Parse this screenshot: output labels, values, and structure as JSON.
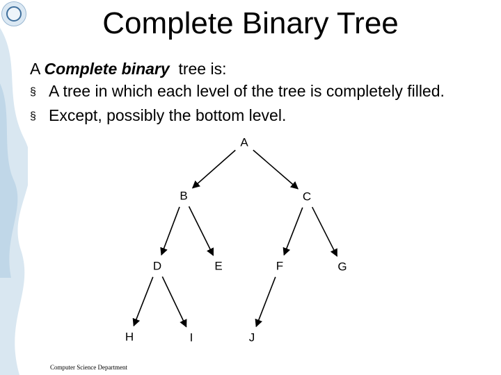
{
  "slide": {
    "title": "Complete Binary Tree",
    "intro_prefix": "A ",
    "intro_emphasis": "Complete binary",
    "intro_suffix": "  tree is:",
    "bullets": [
      "A tree in which each level of the tree is completely filled.",
      "Except, possibly the bottom level."
    ],
    "bullet_glyph": "§",
    "footer": "Computer Science Department"
  },
  "tree": {
    "nodes": [
      {
        "id": "A",
        "label": "A"
      },
      {
        "id": "B",
        "label": "B"
      },
      {
        "id": "C",
        "label": "C"
      },
      {
        "id": "D",
        "label": "D"
      },
      {
        "id": "E",
        "label": "E"
      },
      {
        "id": "F",
        "label": "F"
      },
      {
        "id": "G",
        "label": "G"
      },
      {
        "id": "H",
        "label": "H"
      },
      {
        "id": "I",
        "label": "I"
      },
      {
        "id": "J",
        "label": "J"
      }
    ],
    "edges": [
      [
        "A",
        "B"
      ],
      [
        "A",
        "C"
      ],
      [
        "B",
        "D"
      ],
      [
        "B",
        "E"
      ],
      [
        "C",
        "F"
      ],
      [
        "C",
        "G"
      ],
      [
        "D",
        "H"
      ],
      [
        "D",
        "I"
      ],
      [
        "F",
        "J"
      ]
    ]
  },
  "colors": {
    "decoration": "#b9d3e6",
    "logo": "#3f6f9c"
  }
}
